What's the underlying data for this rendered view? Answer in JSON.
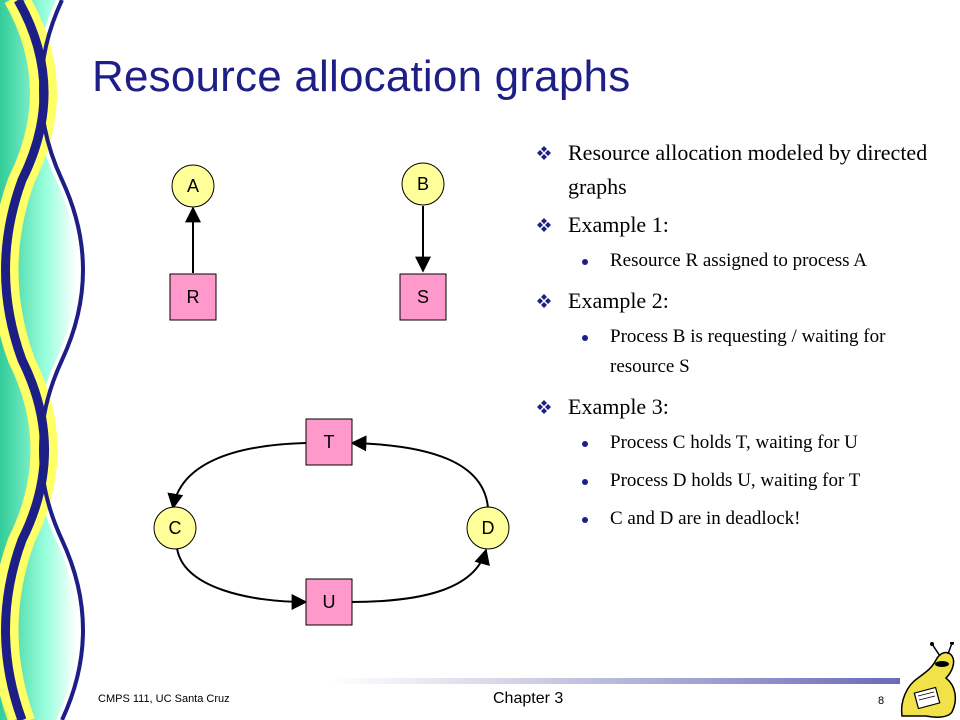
{
  "slide": {
    "title": "Resource allocation graphs",
    "footer_left": "CMPS 111, UC Santa Cruz",
    "footer_center": "Chapter 3",
    "page_number": "8"
  },
  "graph": {
    "nodes": {
      "A": "A",
      "B": "B",
      "R": "R",
      "S": "S",
      "T": "T",
      "C": "C",
      "D": "D",
      "U": "U"
    }
  },
  "bullets": [
    {
      "text": "Resource allocation modeled by directed graphs",
      "sub": []
    },
    {
      "text": "Example 1:",
      "sub": [
        "Resource R assigned to process A"
      ]
    },
    {
      "text": "Example 2:",
      "sub": [
        "Process B is requesting / waiting for resource S"
      ]
    },
    {
      "text": "Example 3:",
      "sub": [
        "Process C holds T, waiting for U",
        "Process D holds U, waiting for T",
        "C and D are in deadlock!"
      ]
    }
  ],
  "colors": {
    "title": "#1d1f86",
    "process_fill": "#ffff99",
    "resource_fill": "#ff99cc"
  },
  "icons": {
    "bullet_level1": "diamond-cluster-icon",
    "bullet_level2": "round-dot-icon",
    "mascot": "slug-mascot-icon"
  }
}
